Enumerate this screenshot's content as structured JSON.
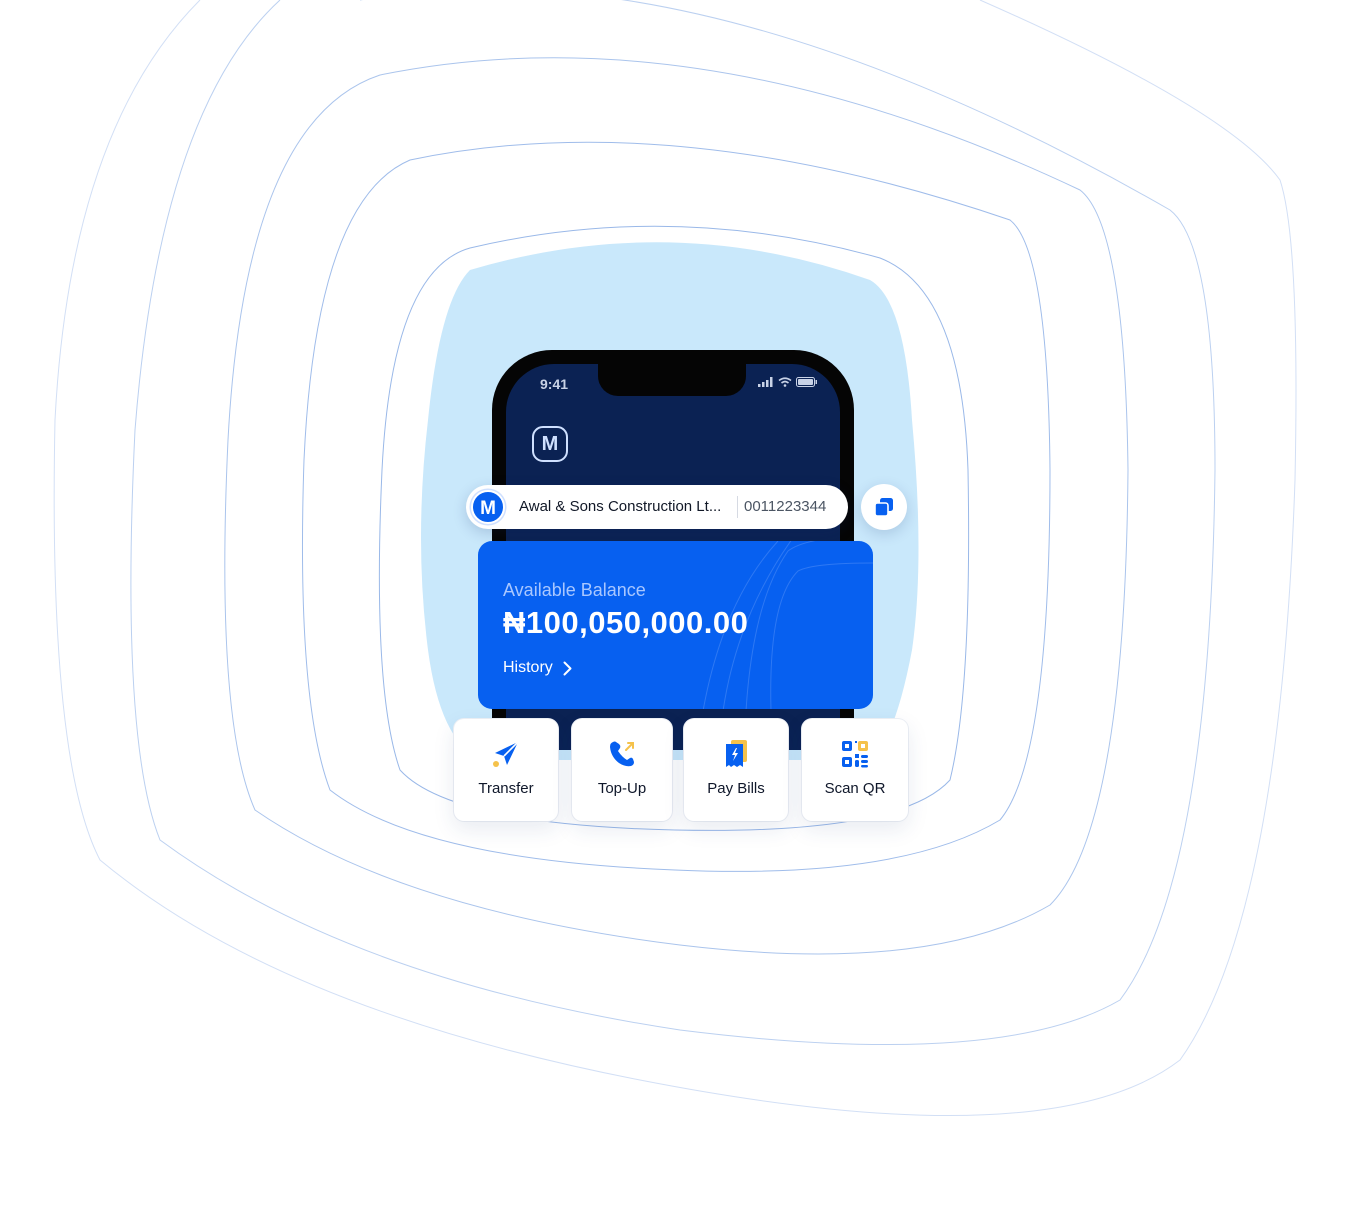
{
  "phone": {
    "status_time": "9:41",
    "logo_letter": "M"
  },
  "account": {
    "avatar_letter": "M",
    "name": "Awal & Sons Construction Lt...",
    "number": "0011223344"
  },
  "balance": {
    "label": "Available Balance",
    "amount": "₦100,050,000.00",
    "history_label": "History"
  },
  "actions": [
    {
      "label": "Transfer",
      "icon": "send-icon"
    },
    {
      "label": "Top-Up",
      "icon": "phone-call-icon"
    },
    {
      "label": "Pay Bills",
      "icon": "bill-receipt-icon"
    },
    {
      "label": "Scan QR",
      "icon": "qr-code-icon"
    }
  ],
  "colors": {
    "brand_blue": "#0760f0",
    "phone_screen": "#0b2253",
    "blob": "#c9e8fb",
    "accent_yellow": "#f5c24b",
    "ring_stroke": "#8eb0e6"
  }
}
